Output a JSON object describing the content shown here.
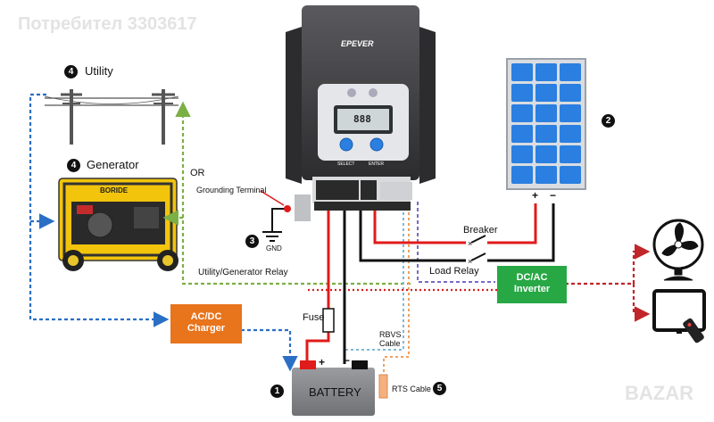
{
  "watermark": {
    "user": "Потребител 3303617",
    "site": "BAZAR"
  },
  "controller": {
    "brand": "EPEVER",
    "select_label": "SELECT",
    "enter_label": "ENTER",
    "lcd_text": "888"
  },
  "labels": {
    "utility": "Utility",
    "generator": "Generator",
    "or": "OR",
    "grounding_terminal": "Grounding Terminal",
    "gnd": "GND",
    "utility_generator_relay": "Utility/Generator Relay",
    "breaker": "Breaker",
    "load_relay": "Load Relay",
    "fuse": "Fuse",
    "rbvs_cable_line1": "RBVS",
    "rbvs_cable_line2": "Cable",
    "rts_cable": "RTS Cable",
    "pv_plus": "+",
    "pv_minus": "−",
    "bat_plus": "+",
    "bat_minus": "−",
    "generator_brand": "BORIDE"
  },
  "numbers": {
    "utility": "4",
    "generator": "4",
    "pv": "2",
    "ground": "3",
    "battery": "1",
    "rts": "5"
  },
  "boxes": {
    "charger_line1": "AC/DC",
    "charger_line2": "Charger",
    "inverter_line1": "DC/AC",
    "inverter_line2": "Inverter",
    "battery": "BATTERY"
  },
  "colors": {
    "charger": "#e8741c",
    "inverter": "#27a845",
    "positive_wire": "#e01b1b",
    "negative_wire": "#111111",
    "utility_dash": "#2a6fc4",
    "relay_dash": "#7bb045",
    "ac_output_dash": "#c0262a",
    "rts_dash": "#f0a060",
    "rbvs_dash": "#7fb8d8",
    "solar_cell": "#2a7fe0",
    "controller_body": "#3a3a3c"
  }
}
